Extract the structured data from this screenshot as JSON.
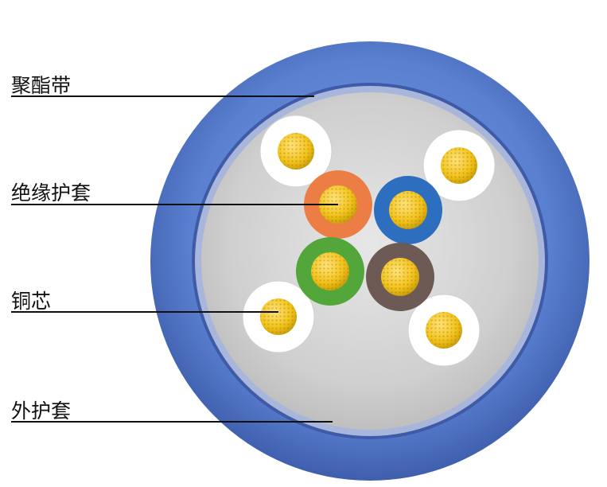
{
  "labels": {
    "polyester_tape": "聚酯带",
    "insulation_sheath": "绝缘护套",
    "copper_core": "铜芯",
    "outer_sheath": "外护套"
  },
  "colors": {
    "outer_sheath": "#4f73c4",
    "polyester_tape": "#a7b3d8",
    "filler": "#cfcfcf",
    "copper": "#f2c21b",
    "white_insulation": "#ffffff",
    "orange_insulation": "#ec7d45",
    "blue_insulation": "#2d6ebf",
    "green_insulation": "#52a63a",
    "brown_insulation": "#6e5a55",
    "leader_line": "#111111"
  }
}
